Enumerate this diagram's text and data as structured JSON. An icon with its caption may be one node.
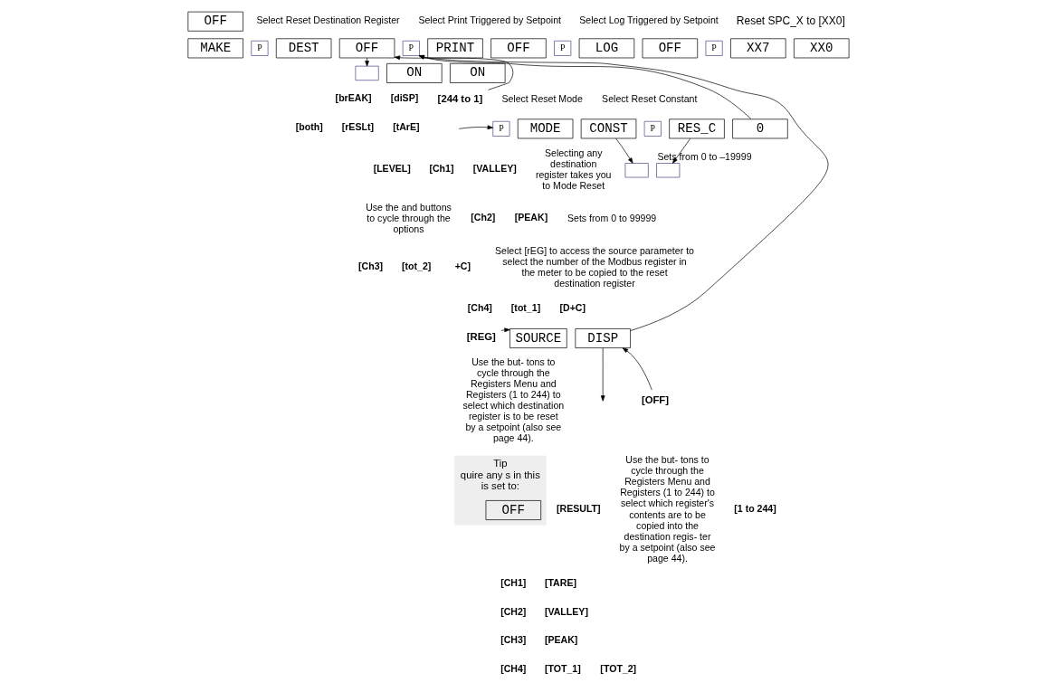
{
  "diagram": {
    "nodes": [
      {
        "text": [
          "OFF"
        ]
      },
      {
        "text": [
          "MAKE"
        ]
      },
      {
        "text": [
          "P"
        ]
      },
      {
        "text": [
          "DEST"
        ]
      },
      {
        "text": [
          "OFF"
        ]
      },
      {
        "text": [
          "P"
        ]
      },
      {
        "text": [
          "PRINT"
        ]
      },
      {
        "text": [
          "OFF"
        ]
      },
      {
        "text": [
          "P"
        ]
      },
      {
        "text": [
          "LOG"
        ]
      },
      {
        "text": [
          "OFF"
        ]
      },
      {
        "text": [
          "P"
        ]
      },
      {
        "text": [
          "XX7"
        ]
      },
      {
        "text": [
          "XX0"
        ]
      },
      {
        "text": [
          "ON"
        ]
      },
      {
        "text": [
          "ON"
        ]
      },
      {
        "text": [],
        "shape": "box"
      },
      {
        "text": [
          "[244 to 1]"
        ]
      },
      {
        "text": [
          "P"
        ]
      },
      {
        "text": [
          "MODE"
        ]
      },
      {
        "text": [
          "CONST"
        ]
      },
      {
        "text": [
          "P"
        ]
      },
      {
        "text": [
          "RES_C"
        ]
      },
      {
        "text": [
          "0"
        ]
      },
      {
        "text": [],
        "shape": "box"
      },
      {
        "text": [],
        "shape": "box",
        "beside": [
          "Sets from 0 to –19999"
        ]
      },
      {
        "text": [
          "[REG]"
        ]
      },
      {
        "text": [
          "SOURCE"
        ]
      },
      {
        "text": [
          "DISP"
        ]
      },
      {
        "text": [
          "[OFF]"
        ]
      },
      {
        "text": [
          "Tip",
          "quire any s in this is set to:"
        ]
      },
      {
        "text": [
          "OFF"
        ],
        "in": 30
      }
    ],
    "edges": [
      {
        "from": 4,
        "to": 16,
        "arrow": "to"
      },
      {
        "from": 17,
        "to": 4,
        "arrow": "to"
      },
      {
        "from": null,
        "to": 18,
        "arrow": "to"
      },
      {
        "from": 23,
        "to": 5,
        "arrow": "to"
      },
      {
        "from": 28,
        "to": 5,
        "arrow": "to"
      },
      {
        "from": 20,
        "to": 24,
        "arrow": "to"
      },
      {
        "from": 22,
        "to": 25,
        "arrow": "to"
      },
      {
        "from": 26,
        "to": 27,
        "arrow": "to"
      },
      {
        "from": 29,
        "to": 28,
        "arrow": "to"
      },
      {
        "from": 28,
        "to": null,
        "arrow": "to"
      }
    ],
    "labels": [
      "Select Reset Destination Register",
      "Select Print Triggered by Setpoint",
      "Select Log Triggered by Setpoint",
      "Reset SPC_X to [XX0]",
      "[brEAK]",
      "[both]",
      "[LEVEL]",
      "[diSP]",
      "[rESLt]",
      "[Ch1]",
      "[Ch2]",
      "[Ch3]",
      "[Ch4]",
      "[tArE]",
      "[VALLEY]",
      "[PEAK]",
      "[tot_2]",
      "[tot_1]",
      "Use the and buttons to cycle through the options",
      "Select Reset Mode",
      "Select Reset Constant",
      "Selecting any destination register takes you to Mode Reset",
      "Sets from 0 to 99999",
      "+C]",
      "[D+C]",
      "Select [rEG] to access the source parameter to select the number of the Modbus register in the meter to be copied to the reset destination register",
      "Use the but- tons to cycle through the Registers Menu and Registers (1 to 244) to select which destination register is to be reset by a setpoint (also see page 44).",
      "[RESULT]",
      "[CH1]",
      "[CH2]",
      "[CH3]",
      "[CH4]",
      "Use the but- tons to cycle through the Registers Menu and Registers (1 to 244) to select which register's contents are to be copied into the destination regis- ter by a setpoint (also see page 44).",
      "[1 to 244]",
      "[TARE]",
      "[VALLEY]",
      "[PEAK]",
      "[TOT_1]",
      "[TOT_2]"
    ]
  }
}
